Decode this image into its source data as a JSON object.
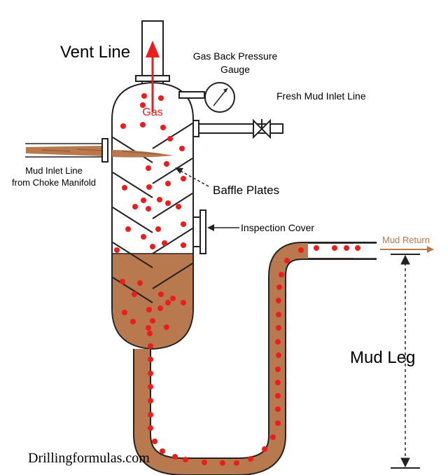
{
  "labels": {
    "vent_line": "Vent Line",
    "gas": "Gas",
    "gauge_line1": "Gas Back Pressure",
    "gauge_line2": "Gauge",
    "fresh_mud": "Fresh Mud Inlet Line",
    "mud_inlet_line1": "Mud Inlet Line",
    "mud_inlet_line2": "from Choke Manifold",
    "baffle_plates": "Baffle Plates",
    "inspection_cover": "Inspection Cover",
    "mud_return": "Mud Return",
    "mud_leg": "Mud Leg"
  },
  "watermark": "Drillingformulas.com",
  "colors": {
    "mud": "#b8794e",
    "gas_bubble": "#ee1c1c",
    "gas_arrow": "#ee1c1c",
    "mud_return_text": "#b8794e",
    "outline": "#222222"
  }
}
